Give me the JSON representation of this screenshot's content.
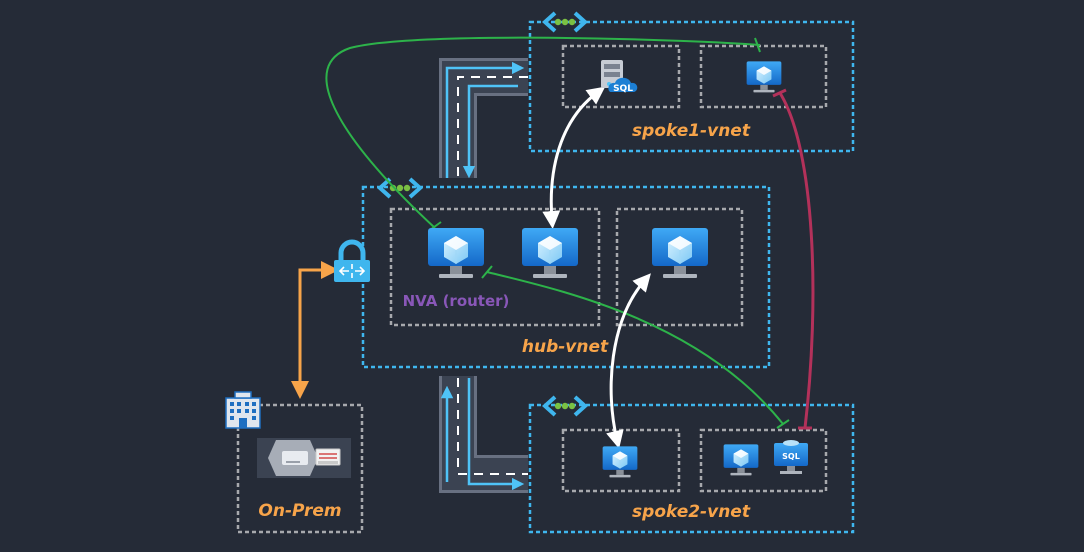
{
  "diagram": {
    "vnets": {
      "hub": {
        "label": "hub-vnet"
      },
      "spoke1": {
        "label": "spoke1-vnet"
      },
      "spoke2": {
        "label": "spoke2-vnet"
      }
    },
    "onprem": {
      "label": "On-Prem"
    },
    "nva": {
      "label": "NVA (router)"
    },
    "sql_text": "SQL",
    "colors": {
      "background": "#252b37",
      "vnet_border": "#3fb6ee",
      "subnet_border": "#a7a9ad",
      "label_orange": "#f7a44a",
      "nva_purple": "#8957b8",
      "green_route": "#2db34a",
      "red_route": "#b3315a",
      "white_flow": "#ffffff",
      "onprem_link": "#f7a44a"
    },
    "icons": [
      "vnet-peering-icon",
      "virtual-machine-icon",
      "sql-server-icon",
      "sql-vm-icon",
      "vpn-gateway-icon",
      "building-icon",
      "storage-device-icon",
      "road-connector-icon"
    ]
  }
}
